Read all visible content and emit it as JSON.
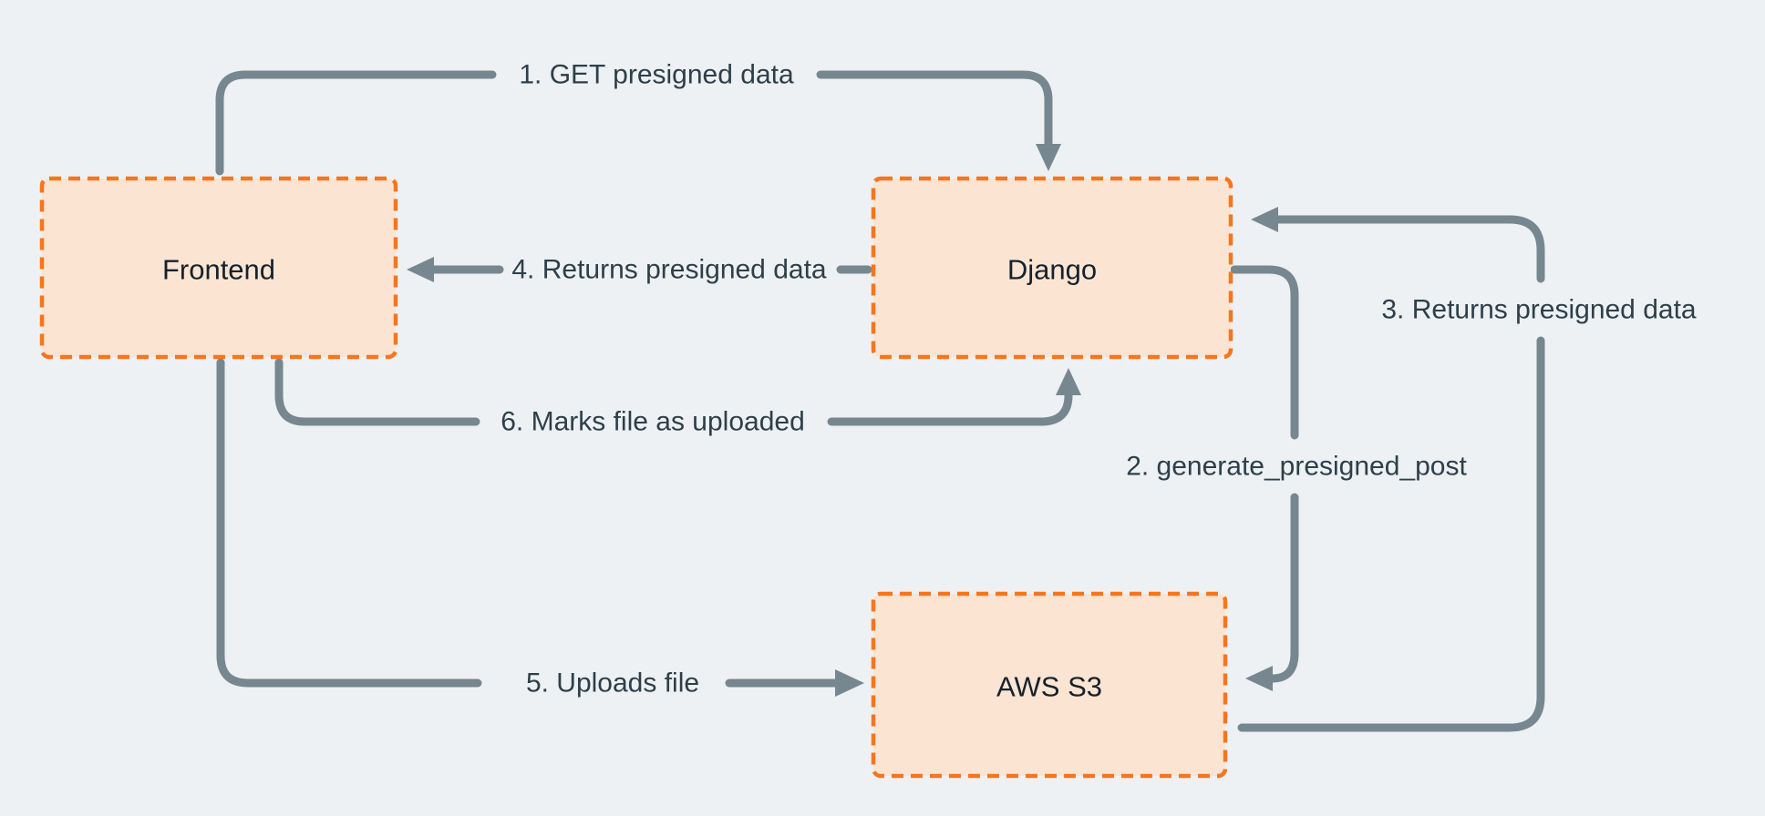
{
  "theme": {
    "background": "#edf1f4",
    "line": "#76878f",
    "node_fill": "#fce4d3",
    "node_border": "#f5761f",
    "node_text": "#15222c",
    "label_text": "#2e3f49"
  },
  "diagram": {
    "type": "flow-diagram",
    "nodes": [
      {
        "id": "frontend",
        "label": "Frontend"
      },
      {
        "id": "django",
        "label": "Django"
      },
      {
        "id": "aws-s3",
        "label": "AWS S3"
      }
    ],
    "edges": [
      {
        "id": "1",
        "label": "1. GET presigned data",
        "from": "Frontend",
        "to": "Django"
      },
      {
        "id": "2",
        "label": "2. generate_presigned_post",
        "from": "Django",
        "to": "AWS S3"
      },
      {
        "id": "3",
        "label": "3. Returns presigned data",
        "from": "AWS S3",
        "to": "Django"
      },
      {
        "id": "4",
        "label": "4. Returns presigned data",
        "from": "Django",
        "to": "Frontend"
      },
      {
        "id": "5",
        "label": "5. Uploads file",
        "from": "Frontend",
        "to": "AWS S3"
      },
      {
        "id": "6",
        "label": "6. Marks file as  uploaded",
        "from": "Frontend",
        "to": "Django"
      }
    ]
  }
}
